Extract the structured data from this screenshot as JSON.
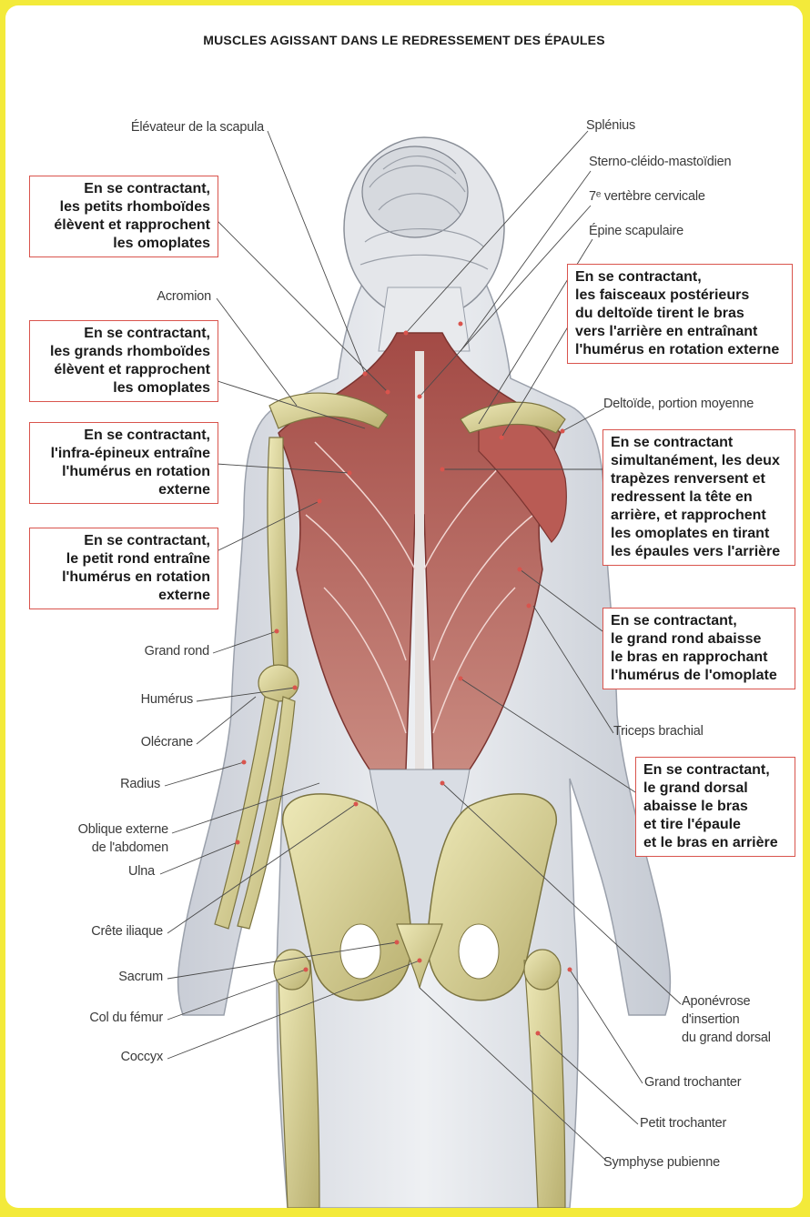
{
  "title": "MUSCLES AGISSANT DANS LE REDRESSEMENT DES ÉPAULES",
  "labels": {
    "elevateur": "Élévateur de la scapula",
    "acromion": "Acromion",
    "grand_rond": "Grand rond",
    "humerus": "Humérus",
    "olecrane": "Olécrane",
    "radius": "Radius",
    "oblique_1": "Oblique externe",
    "oblique_2": "de l'abdomen",
    "ulna": "Ulna",
    "crete": "Crête iliaque",
    "sacrum": "Sacrum",
    "col": "Col du fémur",
    "coccyx": "Coccyx",
    "splenius": "Splénius",
    "sterno": "Sterno-cléido-mastoïdien",
    "vertebre": "7ᵉ vertèbre cervicale",
    "epine": "Épine scapulaire",
    "deltoide_moy": "Deltoïde, portion moyenne",
    "triceps": "Triceps brachial",
    "aponevrose_1": "Aponévrose",
    "aponevrose_2": "d'insertion",
    "aponevrose_3": "du grand dorsal",
    "grand_trochanter": "Grand trochanter",
    "petit_trochanter": "Petit trochanter",
    "symphyse": "Symphyse pubienne"
  },
  "boxes": {
    "petits_rhomboides": [
      "En se contractant,",
      "les petits rhomboïdes",
      "élèvent et rapprochent",
      "les omoplates"
    ],
    "grands_rhomboides": [
      "En se contractant,",
      "les grands rhomboïdes",
      "élèvent et rapprochent",
      "les omoplates"
    ],
    "infra_epineux": [
      "En se contractant,",
      "l'infra-épineux entraîne",
      "l'humérus en rotation",
      "externe"
    ],
    "petit_rond": [
      "En se contractant,",
      "le petit rond entraîne",
      "l'humérus en rotation",
      "externe"
    ],
    "deltoide_post": [
      "En se contractant,",
      "les faisceaux postérieurs",
      "du deltoïde tirent le bras",
      "vers l'arrière en entraînant",
      "l'humérus en rotation externe"
    ],
    "trapezes": [
      "En se contractant",
      "simultanément, les deux",
      "trapèzes renversent et",
      "redressent la tête en",
      "arrière, et rapprochent",
      "les omoplates en tirant",
      "les épaules vers l'arrière"
    ],
    "grand_rond": [
      "En se contractant,",
      "le grand rond abaisse",
      "le bras en rapprochant",
      "l'humérus de l'omoplate"
    ],
    "grand_dorsal": [
      "En se contractant,",
      "le grand dorsal",
      "abaisse le bras",
      "et tire l'épaule",
      "et le bras en arrière"
    ]
  },
  "colors": {
    "frame": "#f3ea3a",
    "box_border": "#d9544d",
    "muscle": "#b8645c",
    "bone": "#d4cd8c",
    "skin": "#e6e9ee"
  }
}
